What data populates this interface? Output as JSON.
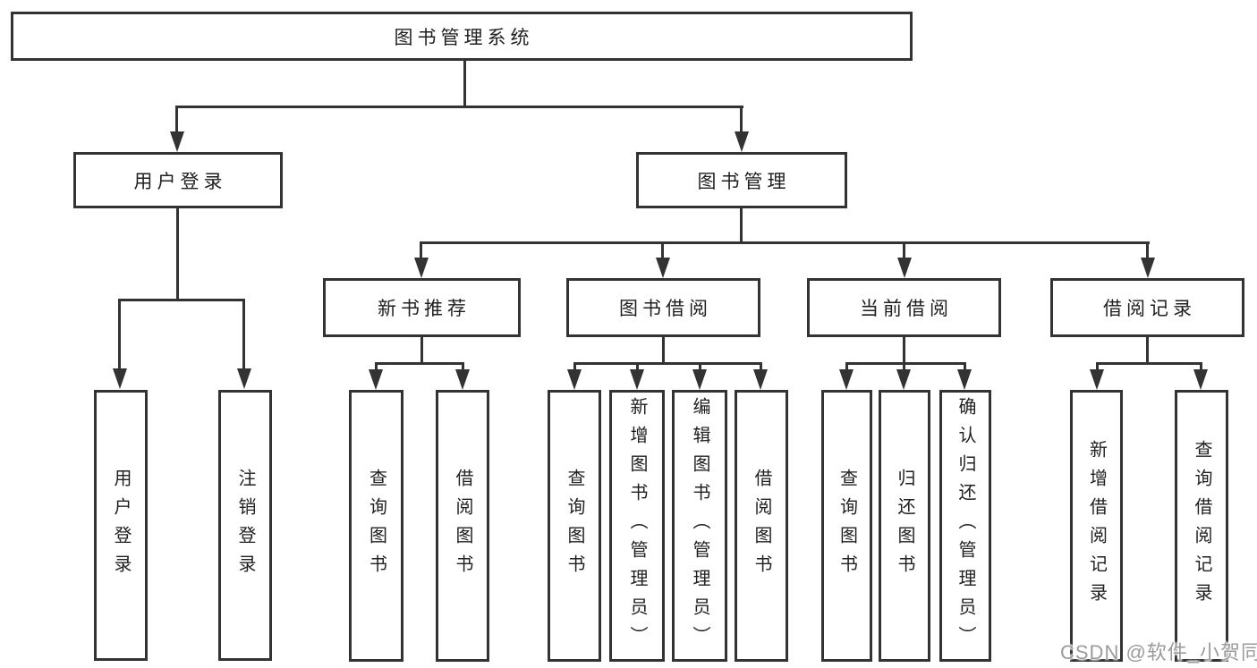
{
  "diagram_title": "图书管理系统",
  "colors": {
    "line": "#333333",
    "box_border": "#333333",
    "text": "#1f1f1f",
    "background": "#ffffff",
    "watermark": "#9b9b9b"
  },
  "tree": {
    "root": "图书管理系统",
    "branches": [
      {
        "label": "用户登录",
        "children": [
          "用户登录",
          "注销登录"
        ]
      },
      {
        "label": "图书管理",
        "children": [
          {
            "label": "新书推荐",
            "children": [
              "查询图书",
              "借阅图书"
            ]
          },
          {
            "label": "图书借阅",
            "children": [
              "查询图书",
              "新增图书（管理员）",
              "编辑图书（管理员）",
              "借阅图书"
            ]
          },
          {
            "label": "当前借阅",
            "children": [
              "查询图书",
              "归还图书",
              "确认归还（管理员）"
            ]
          },
          {
            "label": "借阅记录",
            "children": [
              "新增借阅记录",
              "查询借阅记录"
            ]
          }
        ]
      }
    ]
  },
  "watermark": {
    "text": "CSDN @软件_小贺同学"
  }
}
